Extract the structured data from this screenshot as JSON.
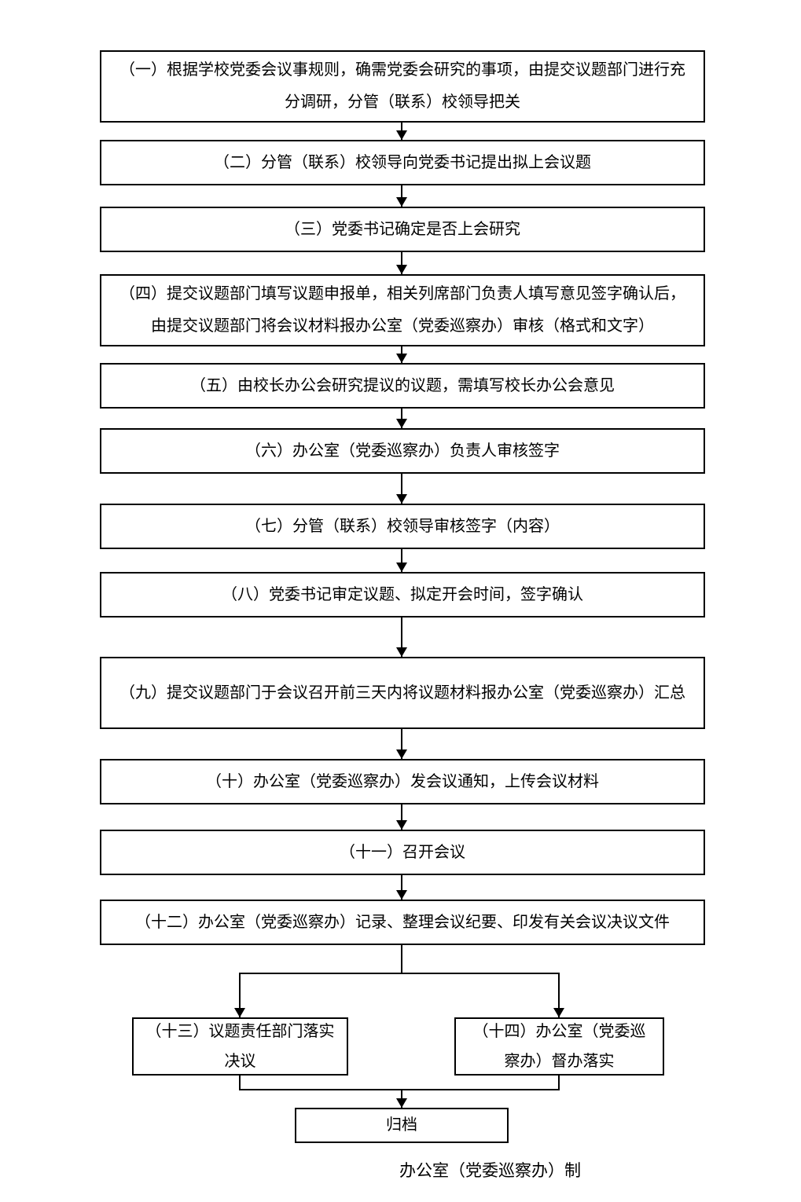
{
  "flow": {
    "steps": [
      "（一）根据学校党委会议事规则，确需党委会研究的事项，由提交议题部门进行充分调研，分管（联系）校领导把关",
      "（二）分管（联系）校领导向党委书记提出拟上会议题",
      "（三）党委书记确定是否上会研究",
      "（四）提交议题部门填写议题申报单，相关列席部门负责人填写意见签字确认后，由提交议题部门将会议材料报办公室（党委巡察办）审核（格式和文字）",
      "（五）由校长办公会研究提议的议题，需填写校长办公会意见",
      "（六）办公室（党委巡察办）负责人审核签字",
      "（七）分管（联系）校领导审核签字（内容）",
      "（八）党委书记审定议题、拟定开会时间，签字确认",
      "（九）提交议题部门于会议召开前三天内将议题材料报办公室（党委巡察办）汇总",
      "（十）办公室（党委巡察办）发会议通知，上传会议材料",
      "（十一）召开会议",
      "（十二）办公室（党委巡察办）记录、整理会议纪要、印发有关会议决议文件"
    ],
    "branch_left": "（十三）议题责任部门落实决议",
    "branch_right": "（十四）办公室（党委巡察办）督办落实",
    "final": "归档",
    "credit": "办公室（党委巡察办）制"
  }
}
